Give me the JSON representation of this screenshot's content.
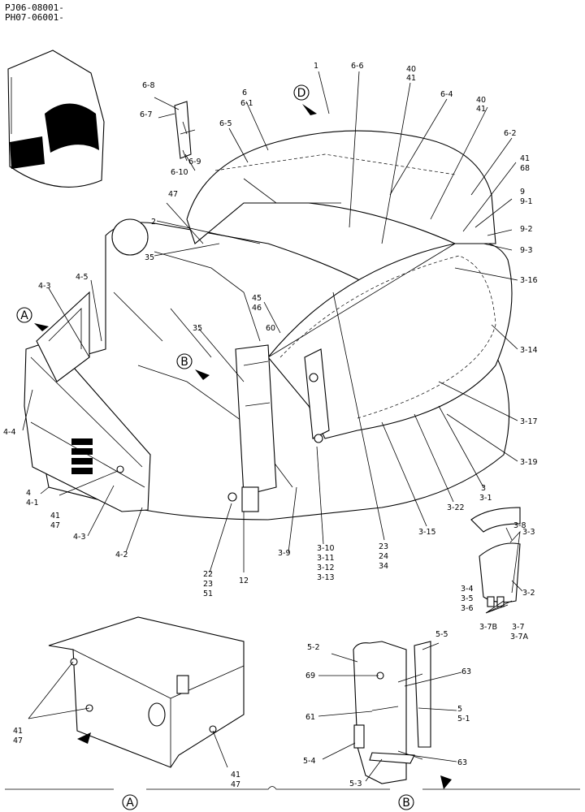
{
  "header": {
    "line1": "PJ06-08001-",
    "line2": "PH07-06001-"
  },
  "callouts": {
    "c1": "1",
    "c2": "2",
    "c3_2": "3-2",
    "c3_3": "3-3",
    "c3_4": "3-4",
    "c3_5": "3-5",
    "c3_6": "3-6",
    "c3_7": "3-7",
    "c3_7a": "3-7A",
    "c3_7b": "3-7B",
    "c3_8": "3-8",
    "c3_9": "3-9",
    "c3_10": "3-10",
    "c3_11": "3-11",
    "c3_12": "3-12",
    "c3_13": "3-13",
    "c3_14": "3-14",
    "c3_15": "3-15",
    "c3_16": "3-16",
    "c3_17": "3-17",
    "c3_19": "3-19",
    "c3_22": "3-22",
    "c3": "3",
    "c3_1": "3-1",
    "c4": "4",
    "c4_1": "4-1",
    "c4_2": "4-2",
    "c4_3a": "4-3",
    "c4_3b": "4-3",
    "c4_4": "4-4",
    "c4_5": "4-5",
    "c6": "6",
    "c6_1": "6-1",
    "c6_2": "6-2",
    "c6_4": "6-4",
    "c6_5": "6-5",
    "c6_6": "6-6",
    "c6_7": "6-7",
    "c6_8": "6-8",
    "c6_9": "6-9",
    "c6_10": "6-10",
    "c9": "9",
    "c9_1": "9-1",
    "c9_2": "9-2",
    "c9_3": "9-3",
    "c12": "12",
    "c22": "22",
    "c23a": "23",
    "c51": "51",
    "c23b": "23",
    "c24": "24",
    "c34": "34",
    "c35a": "35",
    "c35b": "35",
    "c40a": "40",
    "c41a": "41",
    "c40b": "40",
    "c41b": "41",
    "c41c": "41",
    "c68": "68",
    "c41d": "41",
    "c47d": "47",
    "c45": "45",
    "c46": "46",
    "c60": "60",
    "c47a": "47",
    "c41e": "41",
    "c47e": "47",
    "c41f": "41",
    "c47f": "47",
    "c5": "5",
    "c5_1": "5-1",
    "c5_2": "5-2",
    "c5_3": "5-3",
    "c5_4": "5-4",
    "c5_5": "5-5",
    "c61": "61",
    "c63a": "63",
    "c63b": "63",
    "c69": "69"
  },
  "view_markers": {
    "a_main": "A",
    "b_main": "B",
    "d_main": "D",
    "a_panel": "A",
    "b_panel": "B"
  }
}
